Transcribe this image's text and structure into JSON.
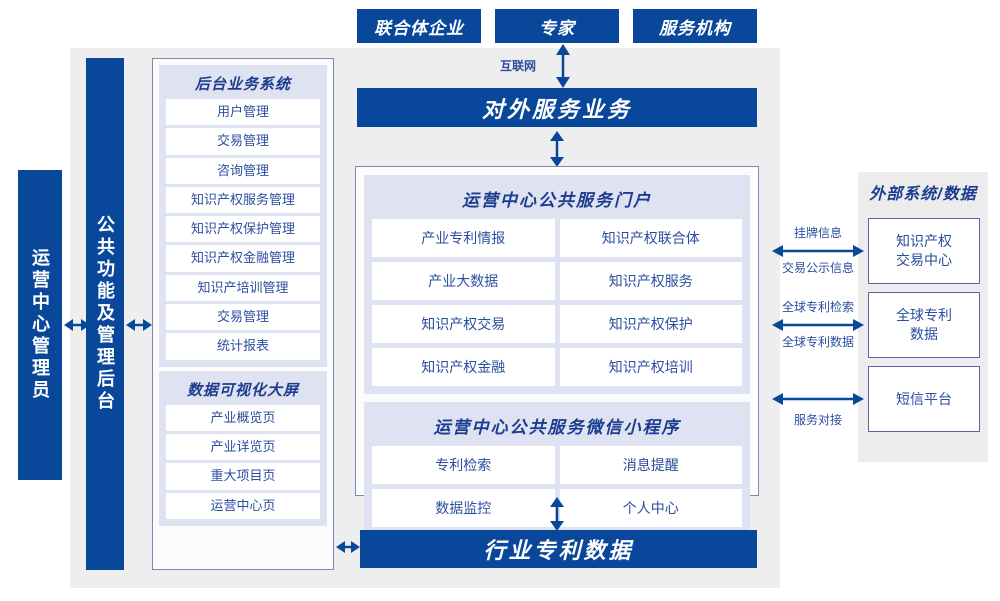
{
  "top_actors": [
    {
      "label": "联合体企业"
    },
    {
      "label": "专家"
    },
    {
      "label": "服务机构"
    }
  ],
  "internet_label": "互联网",
  "external_service_bar": "对外服务业务",
  "industry_data_bar": "行业专利数据",
  "left_actor": "运营中心管理员",
  "admin_bar": "公共功能及管理后台",
  "backend_groups": [
    {
      "title": "后台业务系统",
      "items": [
        "用户管理",
        "交易管理",
        "咨询管理",
        "知识产权服务管理",
        "知识产权保护管理",
        "知识产权金融管理",
        "知识产培训管理",
        "交易管理",
        "统计报表"
      ]
    },
    {
      "title": "数据可视化大屏",
      "items": [
        "产业概览页",
        "产业详览页",
        "重大项目页",
        "运营中心页"
      ]
    }
  ],
  "center_groups": [
    {
      "title": "运营中心公共服务门户",
      "items": [
        "产业专利情报",
        "知识产权联合体",
        "产业大数据",
        "知识产权服务",
        "知识产权交易",
        "知识产权保护",
        "知识产权金融",
        "知识产权培训"
      ]
    },
    {
      "title": "运营中心公共服务微信小程序",
      "items": [
        "专利检索",
        "消息提醒",
        "数据监控",
        "个人中心"
      ]
    }
  ],
  "external": {
    "title": "外部系统/数据",
    "boxes": [
      {
        "line1": "知识产权",
        "line2": "交易中心"
      },
      {
        "line1": "全球专利",
        "line2": "数据"
      },
      {
        "line1": "短信平台",
        "line2": ""
      }
    ],
    "connectors": [
      {
        "above": "挂牌信息",
        "below": "交易公示信息"
      },
      {
        "above": "全球专利检索",
        "below": "全球专利数据"
      },
      {
        "above": "",
        "below": "服务对接"
      }
    ]
  },
  "colors": {
    "brand_blue": "#09479b",
    "panel_lavender": "#dfe3f1",
    "frame_grey": "#eeeeee",
    "border_purple": "#8186b4",
    "text_blue": "#2b4ea0"
  }
}
